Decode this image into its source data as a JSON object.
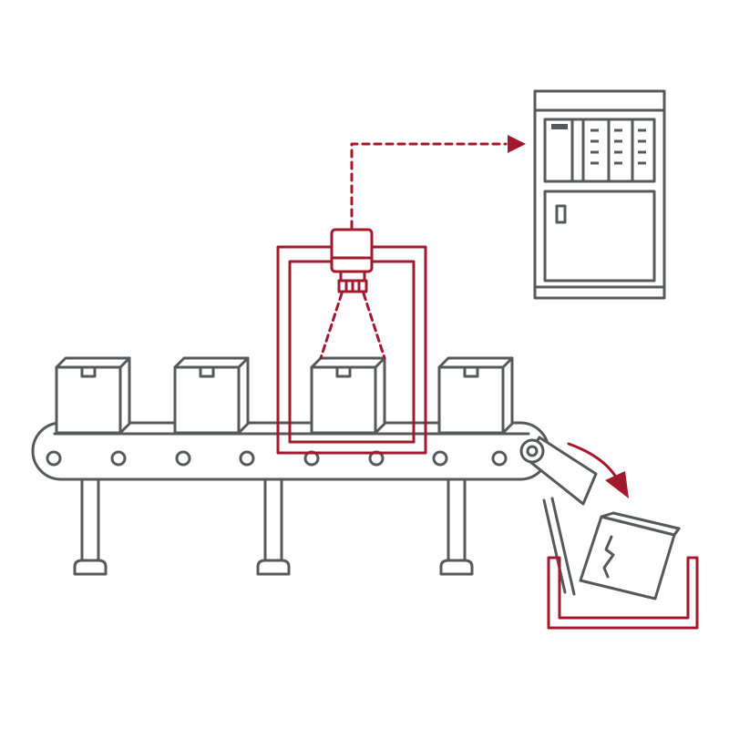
{
  "colors": {
    "outline": "#57585b",
    "accent": "#a3182d",
    "background": "#ffffff"
  },
  "scene": {
    "boxes_on_belt": 4,
    "rejected_box": "cracked-box",
    "icons": [
      "conveyor-belt",
      "box",
      "inspection-camera",
      "control-cabinet",
      "reject-bin",
      "diverter-arm",
      "curved-arrow",
      "dotted-signal-arrow"
    ]
  }
}
